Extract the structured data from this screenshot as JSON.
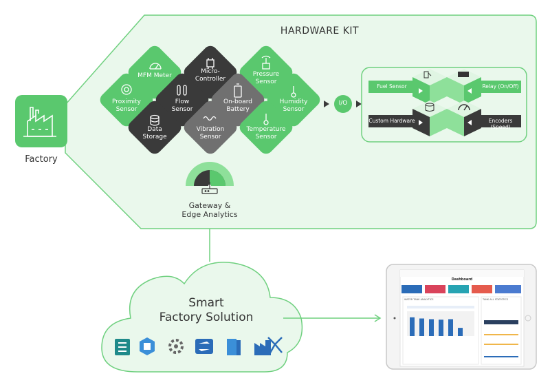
{
  "hardware_kit": {
    "title": "HARDWARE KIT",
    "sensors": [
      {
        "label": "MFM Meter",
        "icon": "gauge-icon",
        "style": "green"
      },
      {
        "label": "Micro-\nController",
        "icon": "chip-icon",
        "style": "dark"
      },
      {
        "label": "Pressure\nSensor",
        "icon": "antenna-icon",
        "style": "green"
      },
      {
        "label": "Proximity\nSensor",
        "icon": "target-icon",
        "style": "green"
      },
      {
        "label": "Flow\nSensor",
        "icon": "flow-tubes-icon",
        "style": "dark"
      },
      {
        "label": "On-board\nBattery",
        "icon": "battery-icon",
        "style": "gray"
      },
      {
        "label": "Humidity\nSensor",
        "icon": "thermometer-icon",
        "style": "green"
      },
      {
        "label": "Data\nStorage",
        "icon": "database-icon",
        "style": "dark"
      },
      {
        "label": "Vibration\nSensor",
        "icon": "wave-icon",
        "style": "gray"
      },
      {
        "label": "Temperature\nSensor",
        "icon": "thermometer-icon",
        "style": "green"
      }
    ],
    "io_label": "I/O",
    "io_devices": [
      {
        "label": "Fuel Sensor",
        "style": "green"
      },
      {
        "label": "Relay (On/Off)",
        "style": "green"
      },
      {
        "label": "Custom Hardware",
        "style": "dark"
      },
      {
        "label": "Encoders (Speed)",
        "style": "dark"
      }
    ]
  },
  "factory": {
    "label": "Factory",
    "icon": "factory-icon"
  },
  "gateway": {
    "label": "Gateway &\nEdge Analytics",
    "icon": "router-icon"
  },
  "cloud": {
    "title": "Smart\nFactory Solution",
    "service_icons": [
      "event-hub-icon",
      "sql-database-icon",
      "iot-hub-icon",
      "stream-analytics-icon",
      "storage-icon",
      "data-factory-icon",
      "machine-learning-icon"
    ]
  },
  "tablet": {
    "header": "Dashboard",
    "panel_left_title": "WATER TANK ANALYTICS",
    "panel_right_title": "TANK ALL STATISTICS",
    "bars": [
      0.8,
      0.75,
      0.72,
      0.7,
      0.72,
      0.35
    ]
  },
  "colors": {
    "green": "#5ac86e",
    "light_green": "#e9f8eb",
    "outline_green": "#6fd07f",
    "dark": "#3a3a3a",
    "gray": "#707070",
    "blue": "#2b6cb8"
  }
}
